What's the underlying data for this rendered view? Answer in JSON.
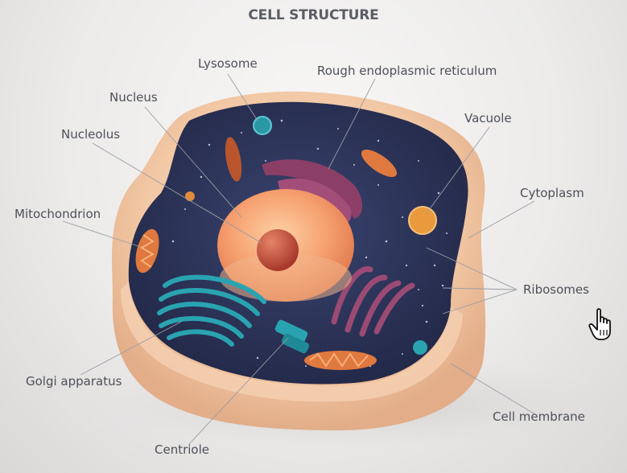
{
  "title": "CELL STRUCTURE",
  "labels": {
    "lysosome": "Lysosome",
    "rough_er": "Rough endoplasmic reticulum",
    "nucleus": "Nucleus",
    "nucleolus": "Nucleolus",
    "vacuole": "Vacuole",
    "cytoplasm": "Cytoplasm",
    "mitochondrion": "Mitochondrion",
    "ribosomes": "Ribosomes",
    "golgi": "Golgi apparatus",
    "cell_membrane": "Cell membrane",
    "centriole": "Centriole"
  },
  "icons": {
    "cursor": "hand-pointer-icon"
  },
  "colors": {
    "membrane": "#f3c9a7",
    "cytoplasm": "#2b3256",
    "nucleus": "#f6a06f",
    "nucleolus": "#c24e3b",
    "golgi": "#2aa3b1",
    "er": "#8b3f67",
    "mitochondria": "#e0793f",
    "vacuole": "#e89a3d",
    "text": "#4e5058"
  }
}
